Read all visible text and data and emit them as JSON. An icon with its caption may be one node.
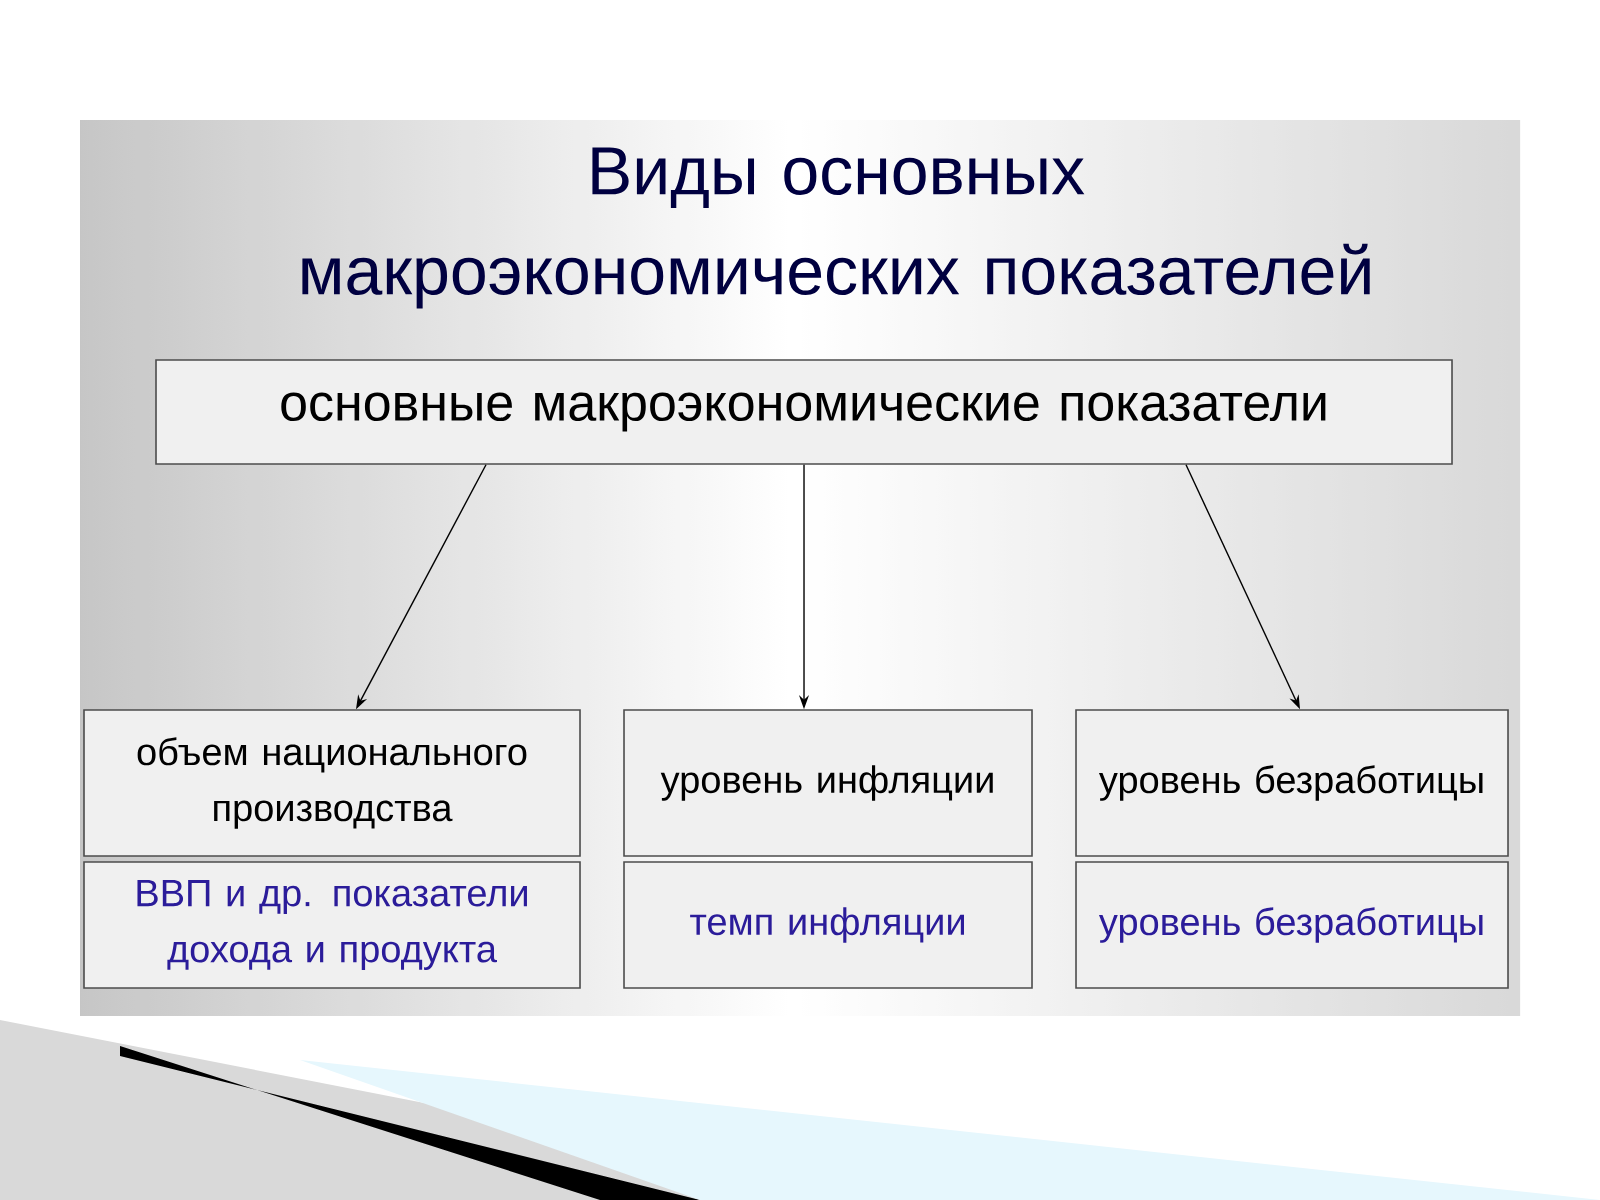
{
  "diagram": {
    "title": "Виды основных макроэкономических показателей",
    "nodes": [
      {
        "text": [
          "основные макроэкономические показатели"
        ]
      },
      {
        "text": [
          "объем национального производства"
        ]
      },
      {
        "text": [
          "уровень инфляции"
        ]
      },
      {
        "text": [
          "уровень безработицы"
        ]
      },
      {
        "text": [
          "ВВП и др. показатели дохода и продукта"
        ]
      },
      {
        "text": [
          "темп инфляции"
        ]
      },
      {
        "text": [
          "уровень безработицы"
        ]
      }
    ],
    "edges": [
      {
        "from": 0,
        "to": 1,
        "arrow": "to"
      },
      {
        "from": 0,
        "to": 2,
        "arrow": "to"
      },
      {
        "from": 0,
        "to": 3,
        "arrow": "to"
      }
    ]
  }
}
